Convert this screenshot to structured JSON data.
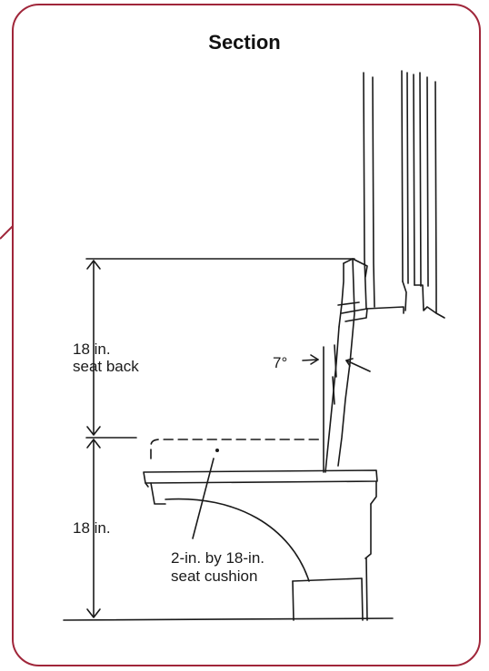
{
  "title": "Section",
  "labels": {
    "seat_back_height": "18 in.",
    "seat_back": "seat back",
    "seat_height": "18 in.",
    "angle": "7°",
    "cushion_size": "2-in. by 18-in.",
    "cushion": "seat cushion"
  },
  "colors": {
    "frame": "#a0263a",
    "ink": "#1a1a1a"
  }
}
